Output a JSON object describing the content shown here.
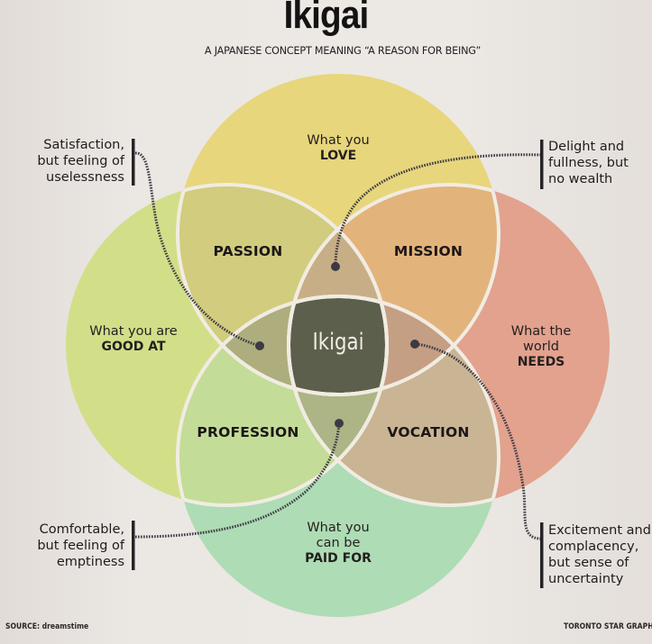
{
  "header": {
    "title": "Ikigai",
    "subtitle": "A JAPANESE CONCEPT MEANING “A REASON FOR BEING”"
  },
  "circles": [
    {
      "id": "love",
      "line1": "What you",
      "line2": "",
      "emphasis": "LOVE",
      "color": "#e7d67c"
    },
    {
      "id": "good_at",
      "line1": "What you are",
      "line2": "",
      "emphasis": "GOOD AT",
      "color": "#d3de89"
    },
    {
      "id": "world_needs",
      "line1": "What the",
      "line2": "world",
      "emphasis": "NEEDS",
      "color": "#e2a28e"
    },
    {
      "id": "paid_for",
      "line1": "What you",
      "line2": "can be",
      "emphasis": "PAID FOR",
      "color": "#aedcb4"
    }
  ],
  "regions": {
    "passion": {
      "label": "PASSION",
      "color": "#d2cc7e"
    },
    "mission": {
      "label": "MISSION",
      "color": "#e3b37c"
    },
    "profession": {
      "label": "PROFESSION",
      "color": "#c3dc98"
    },
    "vocation": {
      "label": "VOCATION",
      "color": "#c9b494"
    },
    "top_lens": {
      "color": "#c8ae86"
    },
    "left_lens": {
      "color": "#adad7e"
    },
    "right_lens": {
      "color": "#c59f84"
    },
    "bottom_lens": {
      "color": "#adb486"
    },
    "center": {
      "label": "Ikigai",
      "color": "#5c5f4c"
    }
  },
  "annotations": {
    "top_left": [
      "Satisfaction,",
      "but feeling of",
      "uselessness"
    ],
    "top_right": [
      "Delight and",
      "fullness, but",
      "no wealth"
    ],
    "bottom_left": [
      "Comfortable,",
      "but feeling of",
      "emptiness"
    ],
    "bottom_right": [
      "Excitement and",
      "complacency,",
      "but sense of",
      "uncertainty"
    ]
  },
  "footer": {
    "source": "SOURCE: dreamstime",
    "credit": "TORONTO STAR GRAPHIC"
  },
  "colors": {
    "outline": "#f1ece2",
    "connector": "#3d3a44"
  }
}
